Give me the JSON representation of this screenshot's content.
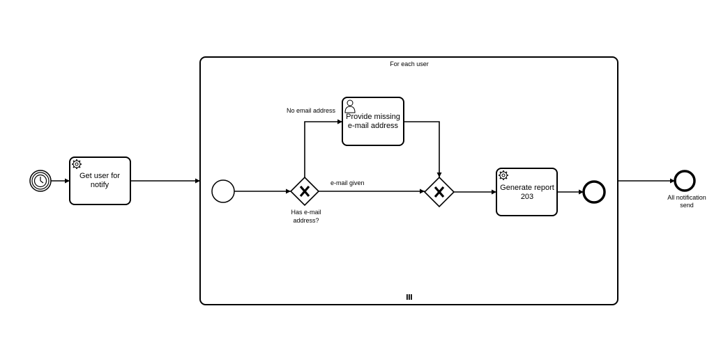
{
  "diagram": {
    "subprocess": {
      "label": "For each user",
      "marker": "parallel-multi-instance-icon"
    },
    "start_event": {
      "type": "timer",
      "icon": "clock-icon"
    },
    "tasks": {
      "get_user": {
        "lines": [
          "Get user for",
          "notify"
        ],
        "icon": "gear-icon"
      },
      "provide_email": {
        "lines": [
          "Provide missing",
          "e-mail address"
        ],
        "icon": "user-icon"
      },
      "generate_report": {
        "lines": [
          "Generate report",
          "203"
        ],
        "icon": "gear-icon"
      }
    },
    "gateway_split": {
      "lines": [
        "Has e-mail",
        "address?"
      ]
    },
    "flows": {
      "no_email": "No email address",
      "email_given": "e-mail given"
    },
    "end_event": {
      "lines": [
        "All notification",
        "send"
      ]
    }
  }
}
